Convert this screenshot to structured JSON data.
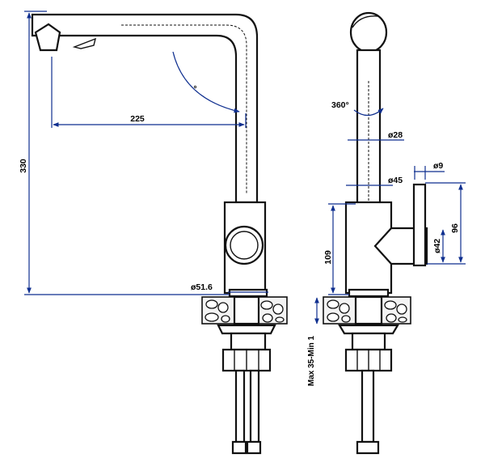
{
  "dimensions": {
    "spout_reach": "225",
    "total_height": "330",
    "swivel_angle": "360°",
    "spout_angle": "°",
    "spout_diameter": "ø28",
    "body_diameter": "ø45",
    "handle_diameter": "ø9",
    "mount_diameter": "ø51.6",
    "body_height": "109",
    "handle_height": "96",
    "lever_diameter": "ø42",
    "counter_thickness": "Max 35-Min 1"
  },
  "colors": {
    "dimension_line": "#0f2f8f",
    "outline": "#111111"
  }
}
